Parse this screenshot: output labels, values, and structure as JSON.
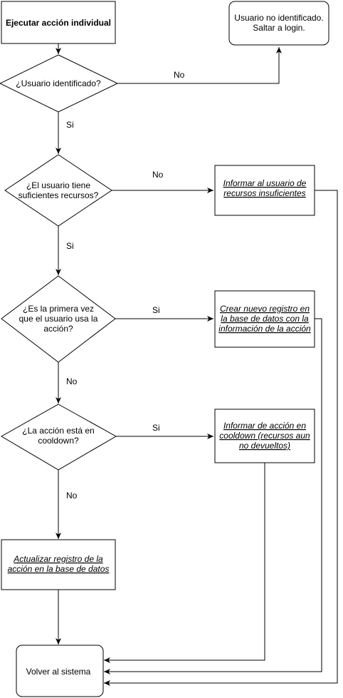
{
  "nodes": {
    "start": {
      "lines": [
        "Ejecutar acción individual"
      ]
    },
    "not_identified": {
      "lines": [
        "Usuario no identificado.",
        "Saltar a login."
      ]
    },
    "q_identified": {
      "lines": [
        "¿Usuario identificado?"
      ]
    },
    "q_resources": {
      "lines": [
        "¿El usuario tiene",
        "suficientes recursos?"
      ]
    },
    "inform_insufficient": {
      "lines": [
        "Informar al usuario de",
        "recursos insuficientes"
      ]
    },
    "q_first_time": {
      "lines": [
        "¿Es la primera vez",
        "que el usuario usa la",
        "acción?"
      ]
    },
    "create_record": {
      "lines": [
        "Crear nuevo registro en",
        "la base de datos con la",
        "información de la acción"
      ]
    },
    "q_cooldown": {
      "lines": [
        "¿La acción está en",
        "cooldown?"
      ]
    },
    "inform_cooldown": {
      "lines": [
        "Informar de acción en",
        "cooldown (recursos aun",
        "no devueltos)"
      ]
    },
    "update_record": {
      "lines": [
        "Actualizar registro de la",
        "acción en la base de datos"
      ]
    },
    "return": {
      "lines": [
        "Volver al sistema"
      ]
    }
  },
  "edge_labels": {
    "identified_no": "No",
    "identified_yes": "Si",
    "resources_no": "No",
    "resources_yes": "Si",
    "first_time_yes": "Si",
    "first_time_no": "No",
    "cooldown_yes": "Si",
    "cooldown_no": "No"
  }
}
